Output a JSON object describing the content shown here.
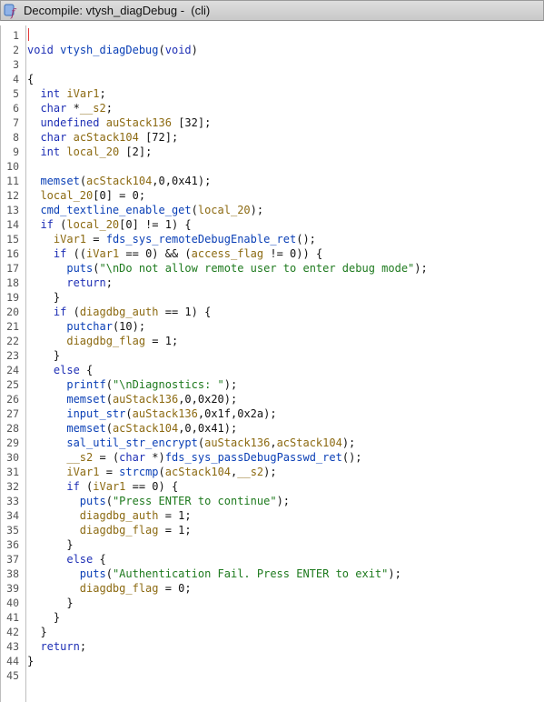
{
  "window": {
    "title": "Decompile: vtysh_diagDebug -  (cli)",
    "icon": "ghidra-decompile-icon"
  },
  "editor": {
    "lines": [
      {
        "n": "1",
        "tokens": []
      },
      {
        "n": "2",
        "tokens": [
          [
            "kw",
            "void"
          ],
          [
            "pl",
            " "
          ],
          [
            "fn",
            "vtysh_diagDebug"
          ],
          [
            "pl",
            "("
          ],
          [
            "kw",
            "void"
          ],
          [
            "pl",
            ")"
          ]
        ]
      },
      {
        "n": "3",
        "tokens": []
      },
      {
        "n": "4",
        "tokens": [
          [
            "pl",
            "{"
          ]
        ]
      },
      {
        "n": "5",
        "tokens": [
          [
            "pl",
            "  "
          ],
          [
            "kw",
            "int"
          ],
          [
            "pl",
            " "
          ],
          [
            "var",
            "iVar1"
          ],
          [
            "pl",
            ";"
          ]
        ]
      },
      {
        "n": "6",
        "tokens": [
          [
            "pl",
            "  "
          ],
          [
            "kw",
            "char"
          ],
          [
            "pl",
            " *"
          ],
          [
            "var",
            "__s2"
          ],
          [
            "pl",
            ";"
          ]
        ]
      },
      {
        "n": "7",
        "tokens": [
          [
            "pl",
            "  "
          ],
          [
            "kw",
            "undefined"
          ],
          [
            "pl",
            " "
          ],
          [
            "var",
            "auStack136"
          ],
          [
            "pl",
            " [32];"
          ]
        ]
      },
      {
        "n": "8",
        "tokens": [
          [
            "pl",
            "  "
          ],
          [
            "kw",
            "char"
          ],
          [
            "pl",
            " "
          ],
          [
            "var",
            "acStack104"
          ],
          [
            "pl",
            " [72];"
          ]
        ]
      },
      {
        "n": "9",
        "tokens": [
          [
            "pl",
            "  "
          ],
          [
            "kw",
            "int"
          ],
          [
            "pl",
            " "
          ],
          [
            "var",
            "local_20"
          ],
          [
            "pl",
            " [2];"
          ]
        ]
      },
      {
        "n": "10",
        "tokens": []
      },
      {
        "n": "11",
        "tokens": [
          [
            "pl",
            "  "
          ],
          [
            "fn",
            "memset"
          ],
          [
            "pl",
            "("
          ],
          [
            "var",
            "acStack104"
          ],
          [
            "pl",
            ",0,0x41);"
          ]
        ]
      },
      {
        "n": "12",
        "tokens": [
          [
            "pl",
            "  "
          ],
          [
            "var",
            "local_20"
          ],
          [
            "pl",
            "[0] = 0;"
          ]
        ]
      },
      {
        "n": "13",
        "tokens": [
          [
            "pl",
            "  "
          ],
          [
            "fn",
            "cmd_textline_enable_get"
          ],
          [
            "pl",
            "("
          ],
          [
            "var",
            "local_20"
          ],
          [
            "pl",
            ");"
          ]
        ]
      },
      {
        "n": "14",
        "tokens": [
          [
            "pl",
            "  "
          ],
          [
            "kw",
            "if"
          ],
          [
            "pl",
            " ("
          ],
          [
            "var",
            "local_20"
          ],
          [
            "pl",
            "[0] != 1) {"
          ]
        ]
      },
      {
        "n": "15",
        "tokens": [
          [
            "pl",
            "    "
          ],
          [
            "var",
            "iVar1"
          ],
          [
            "pl",
            " = "
          ],
          [
            "fn",
            "fds_sys_remoteDebugEnable_ret"
          ],
          [
            "pl",
            "();"
          ]
        ]
      },
      {
        "n": "16",
        "tokens": [
          [
            "pl",
            "    "
          ],
          [
            "kw",
            "if"
          ],
          [
            "pl",
            " (("
          ],
          [
            "var",
            "iVar1"
          ],
          [
            "pl",
            " == 0) && ("
          ],
          [
            "var",
            "access_flag"
          ],
          [
            "pl",
            " != 0)) {"
          ]
        ]
      },
      {
        "n": "17",
        "tokens": [
          [
            "pl",
            "      "
          ],
          [
            "fn",
            "puts"
          ],
          [
            "pl",
            "("
          ],
          [
            "str",
            "\"\\nDo not allow remote user to enter debug mode\""
          ],
          [
            "pl",
            ");"
          ]
        ]
      },
      {
        "n": "18",
        "tokens": [
          [
            "pl",
            "      "
          ],
          [
            "kw",
            "return"
          ],
          [
            "pl",
            ";"
          ]
        ]
      },
      {
        "n": "19",
        "tokens": [
          [
            "pl",
            "    }"
          ]
        ]
      },
      {
        "n": "20",
        "tokens": [
          [
            "pl",
            "    "
          ],
          [
            "kw",
            "if"
          ],
          [
            "pl",
            " ("
          ],
          [
            "var",
            "diagdbg_auth"
          ],
          [
            "pl",
            " == 1) {"
          ]
        ]
      },
      {
        "n": "21",
        "tokens": [
          [
            "pl",
            "      "
          ],
          [
            "fn",
            "putchar"
          ],
          [
            "pl",
            "(10);"
          ]
        ]
      },
      {
        "n": "22",
        "tokens": [
          [
            "pl",
            "      "
          ],
          [
            "var",
            "diagdbg_flag"
          ],
          [
            "pl",
            " = 1;"
          ]
        ]
      },
      {
        "n": "23",
        "tokens": [
          [
            "pl",
            "    }"
          ]
        ]
      },
      {
        "n": "24",
        "tokens": [
          [
            "pl",
            "    "
          ],
          [
            "kw",
            "else"
          ],
          [
            "pl",
            " {"
          ]
        ]
      },
      {
        "n": "25",
        "tokens": [
          [
            "pl",
            "      "
          ],
          [
            "fn",
            "printf"
          ],
          [
            "pl",
            "("
          ],
          [
            "str",
            "\"\\nDiagnostics: \""
          ],
          [
            "pl",
            ");"
          ]
        ]
      },
      {
        "n": "26",
        "tokens": [
          [
            "pl",
            "      "
          ],
          [
            "fn",
            "memset"
          ],
          [
            "pl",
            "("
          ],
          [
            "var",
            "auStack136"
          ],
          [
            "pl",
            ",0,0x20);"
          ]
        ]
      },
      {
        "n": "27",
        "tokens": [
          [
            "pl",
            "      "
          ],
          [
            "fn",
            "input_str"
          ],
          [
            "pl",
            "("
          ],
          [
            "var",
            "auStack136"
          ],
          [
            "pl",
            ",0x1f,0x2a);"
          ]
        ]
      },
      {
        "n": "28",
        "tokens": [
          [
            "pl",
            "      "
          ],
          [
            "fn",
            "memset"
          ],
          [
            "pl",
            "("
          ],
          [
            "var",
            "acStack104"
          ],
          [
            "pl",
            ",0,0x41);"
          ]
        ]
      },
      {
        "n": "29",
        "tokens": [
          [
            "pl",
            "      "
          ],
          [
            "fn",
            "sal_util_str_encrypt"
          ],
          [
            "pl",
            "("
          ],
          [
            "var",
            "auStack136"
          ],
          [
            "pl",
            ","
          ],
          [
            "var",
            "acStack104"
          ],
          [
            "pl",
            ");"
          ]
        ]
      },
      {
        "n": "30",
        "tokens": [
          [
            "pl",
            "      "
          ],
          [
            "var",
            "__s2"
          ],
          [
            "pl",
            " = ("
          ],
          [
            "kw",
            "char"
          ],
          [
            "pl",
            " *)"
          ],
          [
            "fn",
            "fds_sys_passDebugPasswd_ret"
          ],
          [
            "pl",
            "();"
          ]
        ]
      },
      {
        "n": "31",
        "tokens": [
          [
            "pl",
            "      "
          ],
          [
            "var",
            "iVar1"
          ],
          [
            "pl",
            " = "
          ],
          [
            "fn",
            "strcmp"
          ],
          [
            "pl",
            "("
          ],
          [
            "var",
            "acStack104"
          ],
          [
            "pl",
            ","
          ],
          [
            "var",
            "__s2"
          ],
          [
            "pl",
            ");"
          ]
        ]
      },
      {
        "n": "32",
        "tokens": [
          [
            "pl",
            "      "
          ],
          [
            "kw",
            "if"
          ],
          [
            "pl",
            " ("
          ],
          [
            "var",
            "iVar1"
          ],
          [
            "pl",
            " == 0) {"
          ]
        ]
      },
      {
        "n": "33",
        "tokens": [
          [
            "pl",
            "        "
          ],
          [
            "fn",
            "puts"
          ],
          [
            "pl",
            "("
          ],
          [
            "str",
            "\"Press ENTER to continue\""
          ],
          [
            "pl",
            ");"
          ]
        ]
      },
      {
        "n": "34",
        "tokens": [
          [
            "pl",
            "        "
          ],
          [
            "var",
            "diagdbg_auth"
          ],
          [
            "pl",
            " = 1;"
          ]
        ]
      },
      {
        "n": "35",
        "tokens": [
          [
            "pl",
            "        "
          ],
          [
            "var",
            "diagdbg_flag"
          ],
          [
            "pl",
            " = 1;"
          ]
        ]
      },
      {
        "n": "36",
        "tokens": [
          [
            "pl",
            "      }"
          ]
        ]
      },
      {
        "n": "37",
        "tokens": [
          [
            "pl",
            "      "
          ],
          [
            "kw",
            "else"
          ],
          [
            "pl",
            " {"
          ]
        ]
      },
      {
        "n": "38",
        "tokens": [
          [
            "pl",
            "        "
          ],
          [
            "fn",
            "puts"
          ],
          [
            "pl",
            "("
          ],
          [
            "str",
            "\"Authentication Fail. Press ENTER to exit\""
          ],
          [
            "pl",
            ");"
          ]
        ]
      },
      {
        "n": "39",
        "tokens": [
          [
            "pl",
            "        "
          ],
          [
            "var",
            "diagdbg_flag"
          ],
          [
            "pl",
            " = 0;"
          ]
        ]
      },
      {
        "n": "40",
        "tokens": [
          [
            "pl",
            "      }"
          ]
        ]
      },
      {
        "n": "41",
        "tokens": [
          [
            "pl",
            "    }"
          ]
        ]
      },
      {
        "n": "42",
        "tokens": [
          [
            "pl",
            "  }"
          ]
        ]
      },
      {
        "n": "43",
        "tokens": [
          [
            "pl",
            "  "
          ],
          [
            "kw",
            "return"
          ],
          [
            "pl",
            ";"
          ]
        ]
      },
      {
        "n": "44",
        "tokens": [
          [
            "pl",
            "}"
          ]
        ]
      },
      {
        "n": "45",
        "tokens": []
      }
    ]
  }
}
